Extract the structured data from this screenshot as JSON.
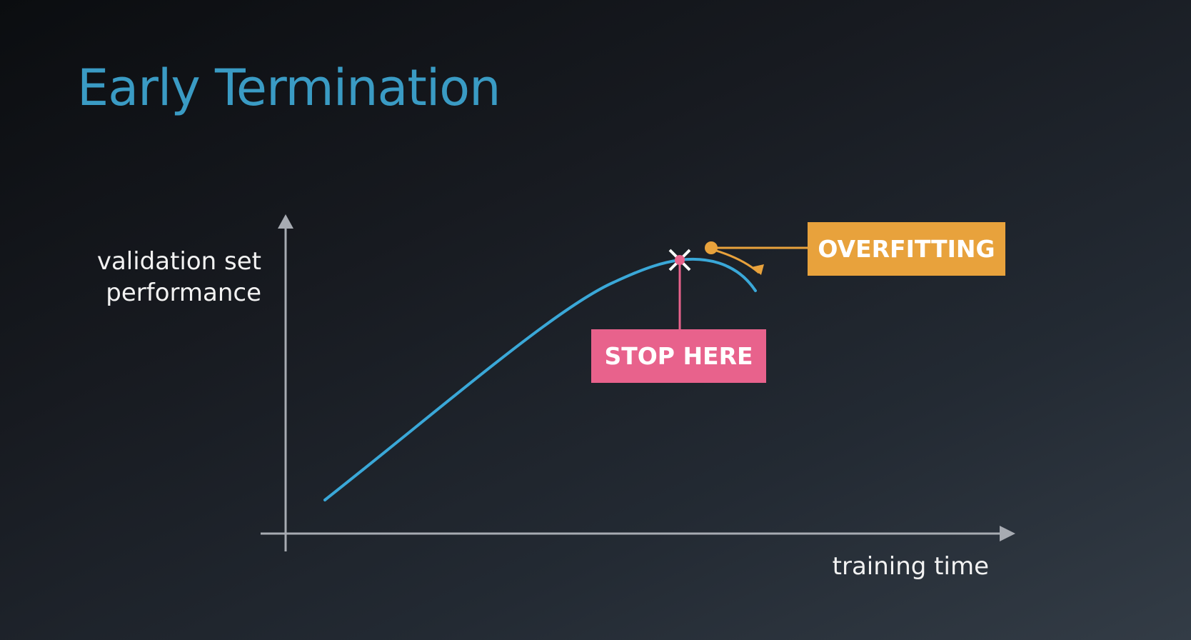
{
  "slide": {
    "title": "Early Termination"
  },
  "axes": {
    "y_label_line1": "validation set",
    "y_label_line2": "performance",
    "x_label": "training time"
  },
  "annotations": {
    "stop_label": "STOP HERE",
    "overfit_label": "OVERFITTING"
  },
  "colors": {
    "title": "#3a9bc4",
    "curve": "#3aa8d8",
    "axis": "#a7abb2",
    "stop": "#e8628c",
    "overfit": "#e8a23c"
  }
}
